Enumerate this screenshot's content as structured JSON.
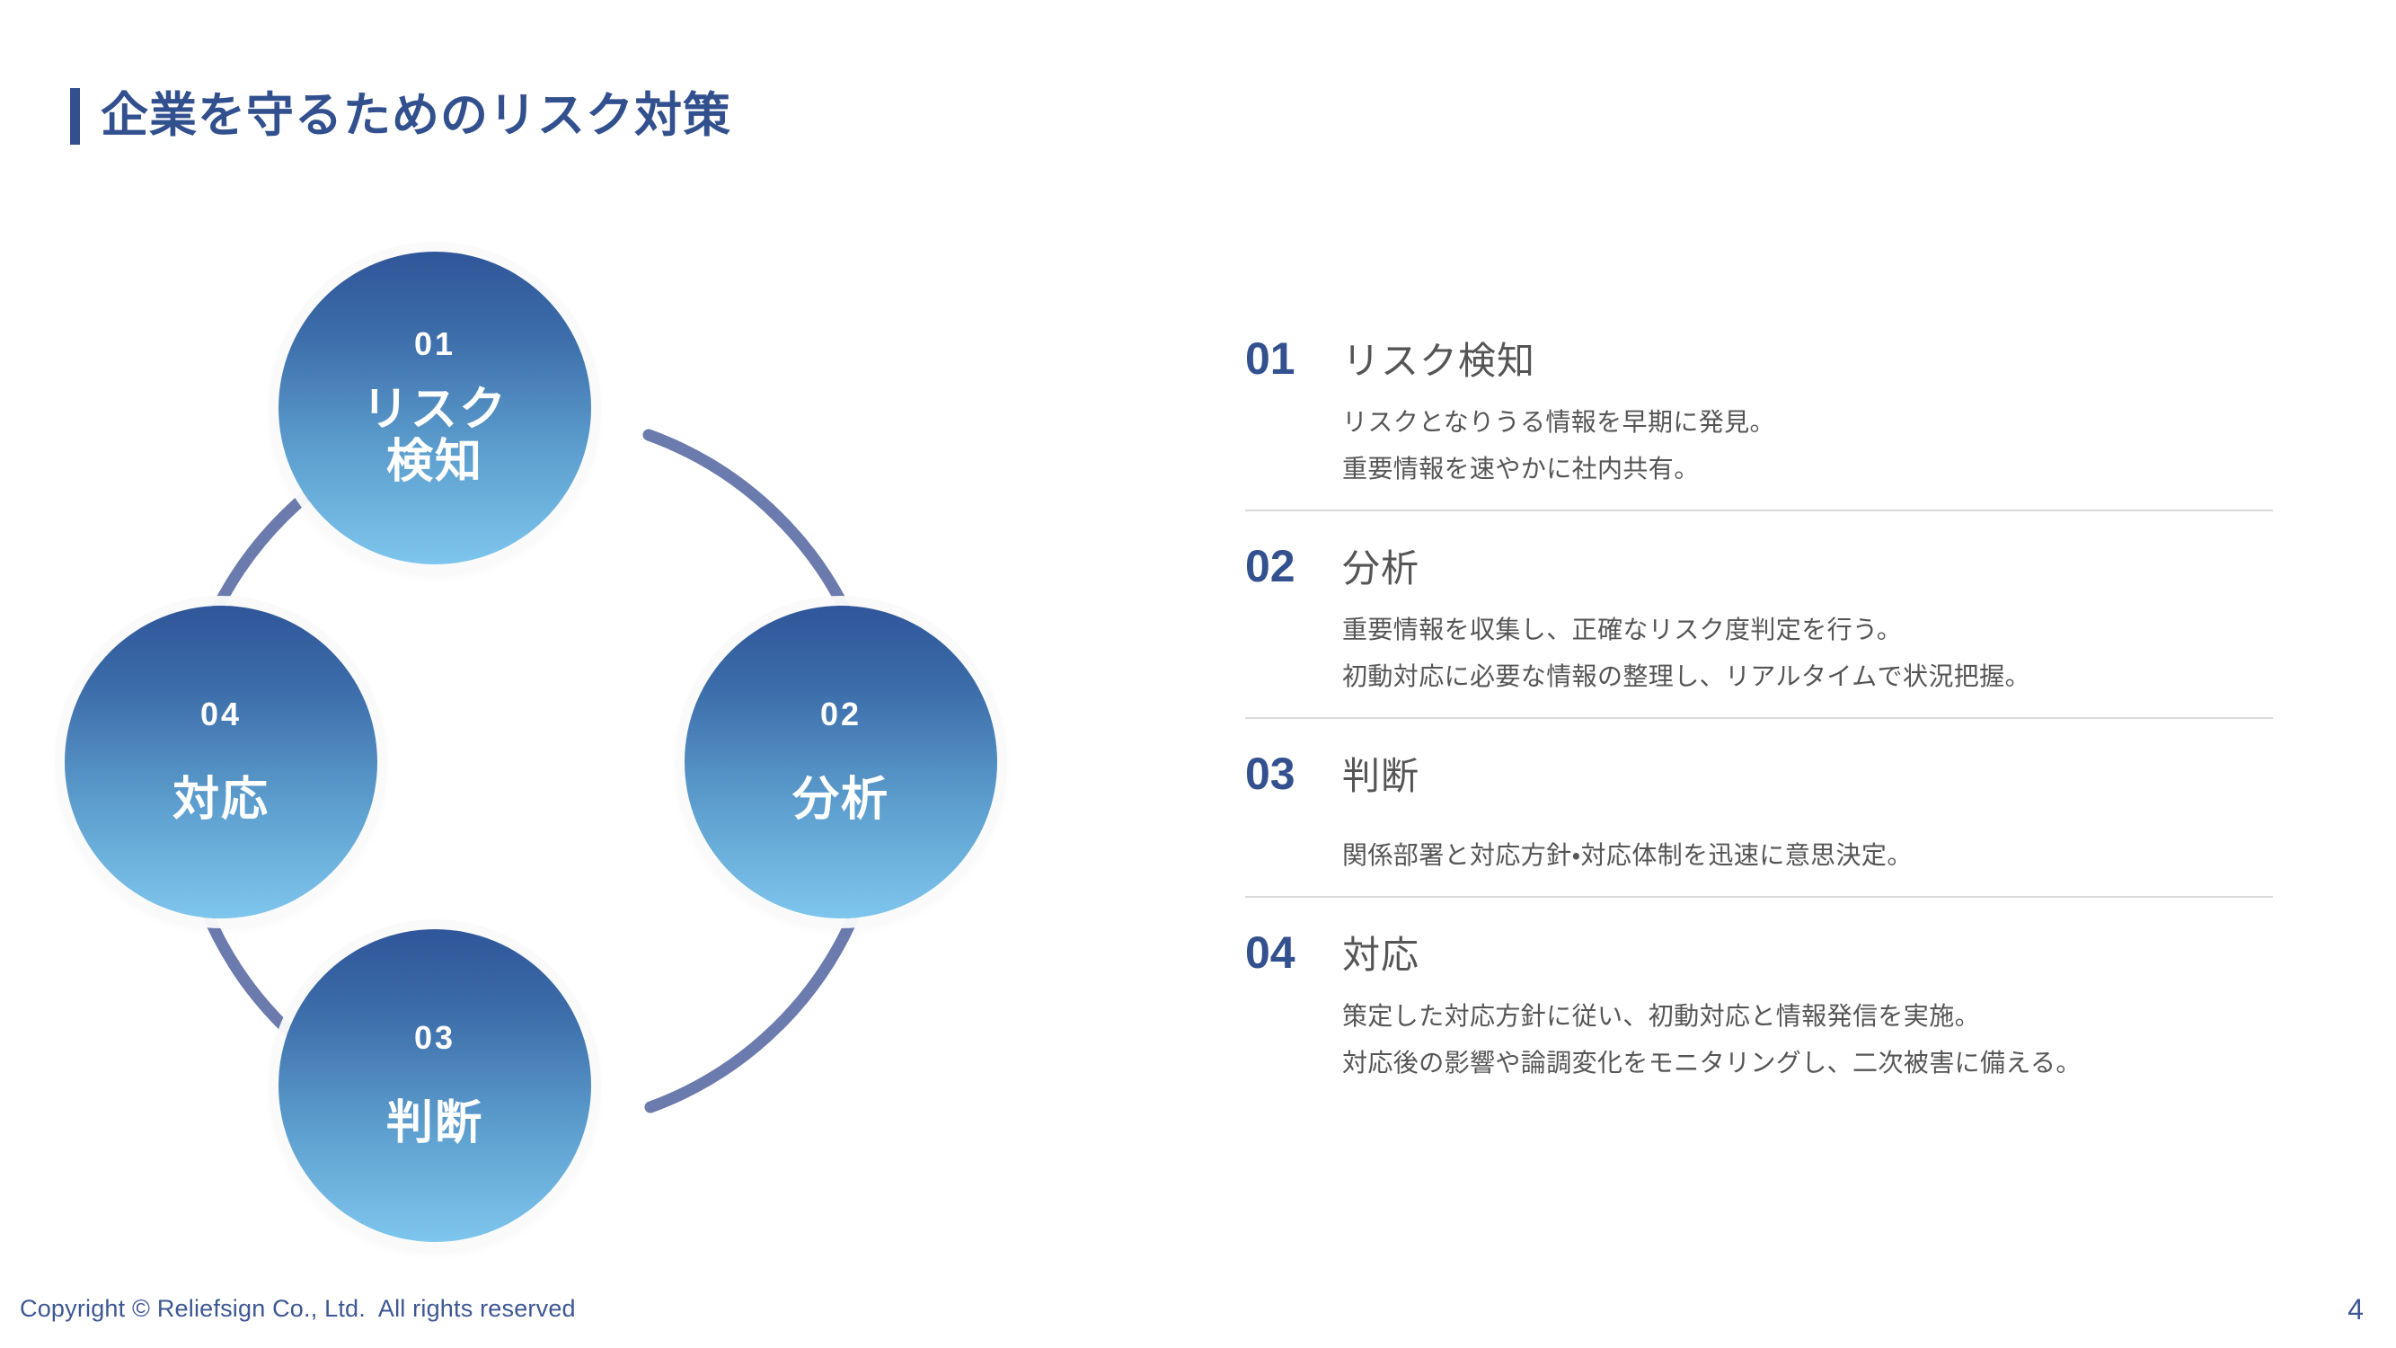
{
  "slide": {
    "title": "企業を守るためのリスク対策",
    "accent_color": "#32508e",
    "number_color": "#33508f",
    "text_color": "#555555",
    "ring_color": "#6b7bad",
    "divider_color": "#d9d9d9"
  },
  "diagram": {
    "type": "cycle",
    "nodes": [
      {
        "num": "01",
        "label_line1": "リスク",
        "label_line2": "検知",
        "position": "top"
      },
      {
        "num": "02",
        "label_line1": "分析",
        "label_line2": "",
        "position": "right"
      },
      {
        "num": "03",
        "label_line1": "判断",
        "label_line2": "",
        "position": "bottom"
      },
      {
        "num": "04",
        "label_line1": "対応",
        "label_line2": "",
        "position": "left"
      }
    ]
  },
  "steps": [
    {
      "num": "01",
      "title": "リスク検知",
      "lines": [
        "リスクとなりうる情報を早期に発見。",
        "重要情報を速やかに社内共有。"
      ]
    },
    {
      "num": "02",
      "title": "分析",
      "lines": [
        "重要情報を収集し、正確なリスク度判定を行う。",
        "初動対応に必要な情報の整理し、リアルタイムで状況把握。"
      ]
    },
    {
      "num": "03",
      "title": "判断",
      "lines": [
        "関係部署と対応方針・対応体制を迅速に意思決定。"
      ]
    },
    {
      "num": "04",
      "title": "対応",
      "lines": [
        "策定した対応方針に従い、初動対応と情報発信を実施。",
        "対応後の影響や論調変化をモニタリングし、二次被害に備える。"
      ]
    }
  ],
  "footer": {
    "copyright": "Copyright © Reliefsign Co., Ltd.  All rights reserved",
    "page_number": "4"
  }
}
